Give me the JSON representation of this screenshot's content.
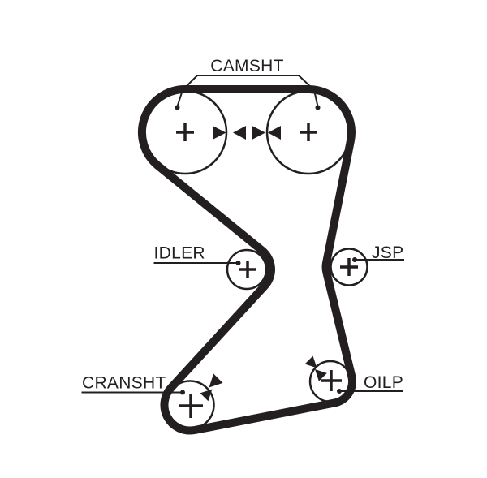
{
  "colors": {
    "ink": "#231f20",
    "background": "#ffffff"
  },
  "diagram": {
    "type": "timing-belt-routing-diagram",
    "labels": {
      "camshaft": "CAMSHT",
      "idler": "IDLER",
      "jackshaft_pulley": "JSP",
      "crankshaft": "CRANSHT",
      "oil_pump": "OILP"
    },
    "pulleys": [
      {
        "id": "camshaft-left",
        "label": "CAMSHT",
        "center_mark": "+",
        "timing_arrows": true
      },
      {
        "id": "camshaft-right",
        "label": "CAMSHT",
        "center_mark": "+",
        "timing_arrows": true
      },
      {
        "id": "idler",
        "label": "IDLER",
        "center_mark": "+",
        "timing_arrows": false
      },
      {
        "id": "jackshaft",
        "label": "JSP",
        "center_mark": "+",
        "timing_arrows": false
      },
      {
        "id": "crankshaft",
        "label": "CRANSHT",
        "center_mark": "+",
        "timing_arrows": true
      },
      {
        "id": "oil-pump",
        "label": "OILP",
        "center_mark": "+",
        "timing_arrows": true
      }
    ]
  }
}
